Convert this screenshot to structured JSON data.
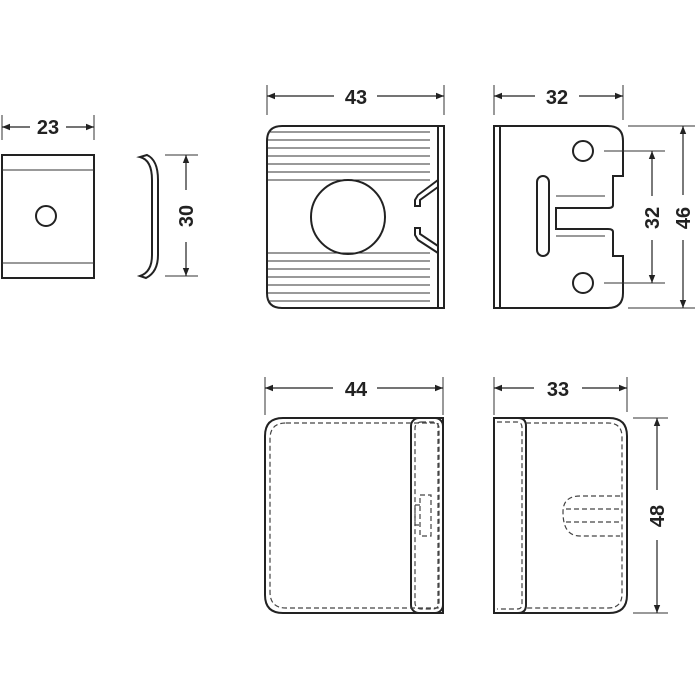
{
  "drawing": {
    "plate": {
      "width": "23",
      "height": "30"
    },
    "front_view": {
      "width": "43"
    },
    "side_view": {
      "width": "32",
      "hole_spacing": "32",
      "height": "46"
    },
    "cover_front": {
      "width": "44"
    },
    "cover_side": {
      "width": "33",
      "height": "48"
    }
  },
  "colors": {
    "line": "#222222",
    "background": "#ffffff"
  }
}
